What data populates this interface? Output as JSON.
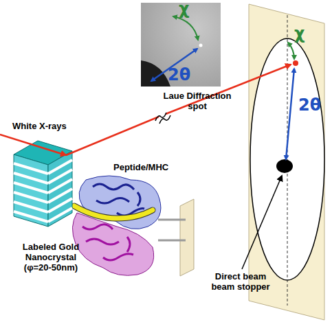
{
  "diagram": {
    "labels": [
      "χ",
      "2θ",
      "Laue Diffraction spot",
      "White X-rays",
      "Peptide/MHC",
      "Labeled Gold Nanocrystal (φ=20-50nm)",
      "χ",
      "2θ",
      "Direct beam beam stopper"
    ]
  }
}
